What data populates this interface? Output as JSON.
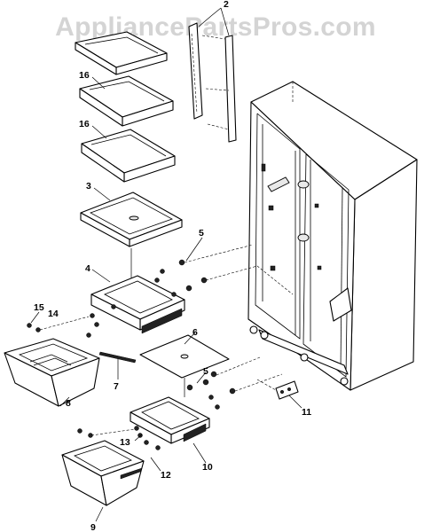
{
  "watermark": "AppliancePartsPros.com",
  "callouts": {
    "c2": "2",
    "c16a": "16",
    "c16b": "16",
    "c3": "3",
    "c5a": "5",
    "c4": "4",
    "c15": "15",
    "c14": "14",
    "c6": "6",
    "c7": "7",
    "c5b": "5",
    "c8": "8",
    "c11": "11",
    "c13": "13",
    "c10": "10",
    "c12": "12",
    "c9": "9"
  },
  "colors": {
    "line": "#000000",
    "watermark": "#d4d4d4",
    "background": "#ffffff"
  }
}
